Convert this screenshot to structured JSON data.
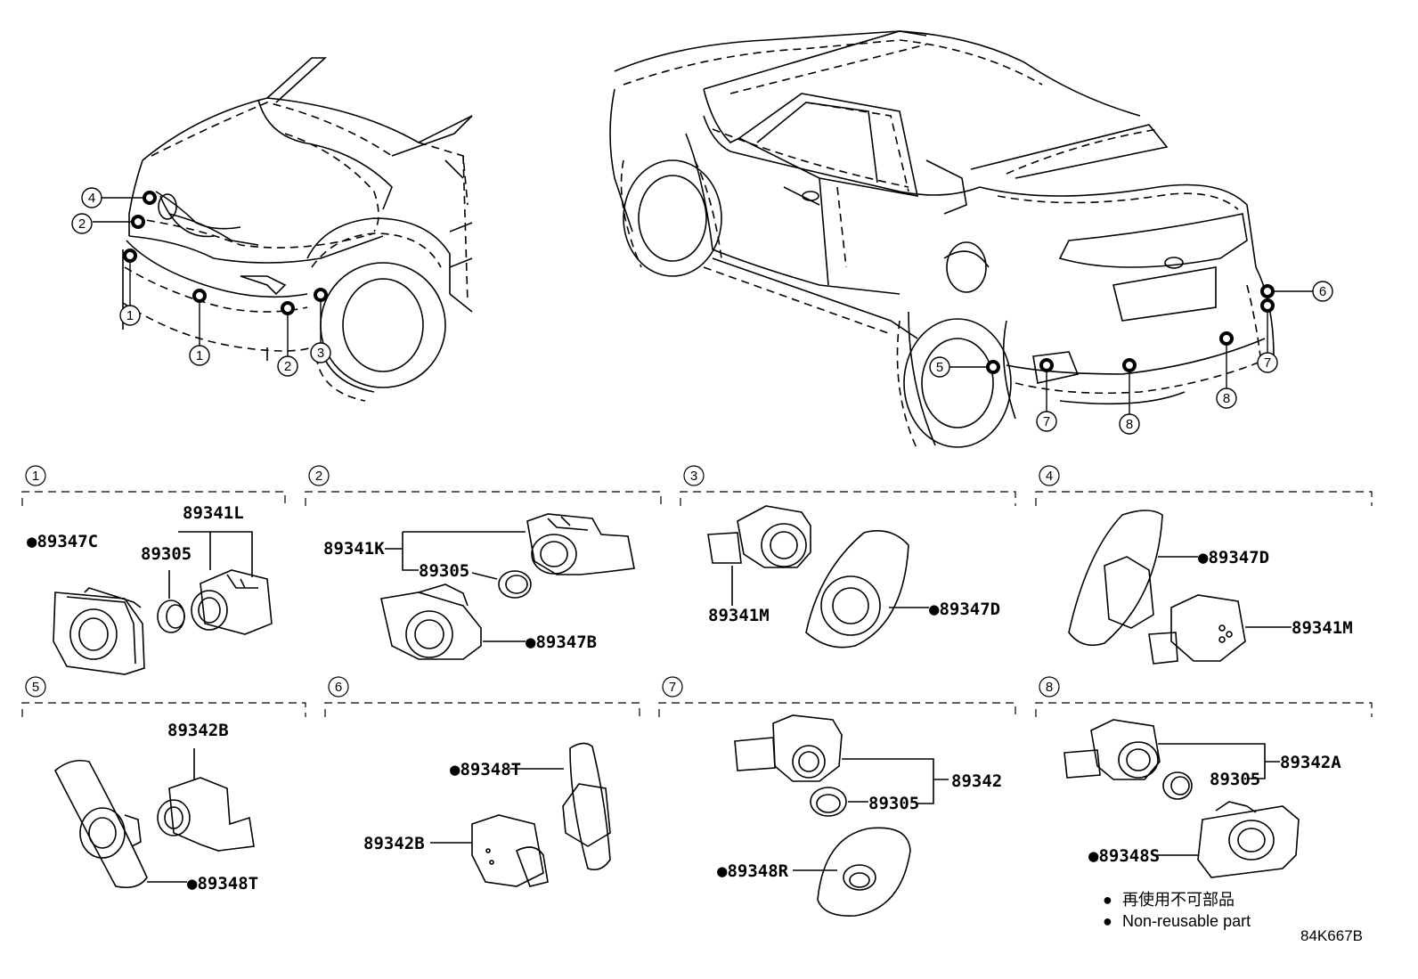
{
  "callout_numbers": [
    "1",
    "2",
    "3",
    "4",
    "5",
    "6",
    "7",
    "8"
  ],
  "sections": [
    {
      "num": "1",
      "parts": [
        "●89347C",
        "89305",
        "89341L"
      ]
    },
    {
      "num": "2",
      "parts": [
        "89341K",
        "89305",
        "●89347B"
      ]
    },
    {
      "num": "3",
      "parts": [
        "89341M",
        "●89347D"
      ]
    },
    {
      "num": "4",
      "parts": [
        "●89347D",
        "89341M"
      ]
    },
    {
      "num": "5",
      "parts": [
        "89342B",
        "●89348T"
      ]
    },
    {
      "num": "6",
      "parts": [
        "●89348T",
        "89342B"
      ]
    },
    {
      "num": "7",
      "parts": [
        "89342",
        "89305",
        "●89348R"
      ]
    },
    {
      "num": "8",
      "parts": [
        "89342A",
        "89305",
        "●89348S"
      ]
    }
  ],
  "legend": {
    "bullet": "●",
    "line1": "再使用不可部品",
    "line2": "Non-reusable part"
  },
  "diagram_code": "84K667B"
}
